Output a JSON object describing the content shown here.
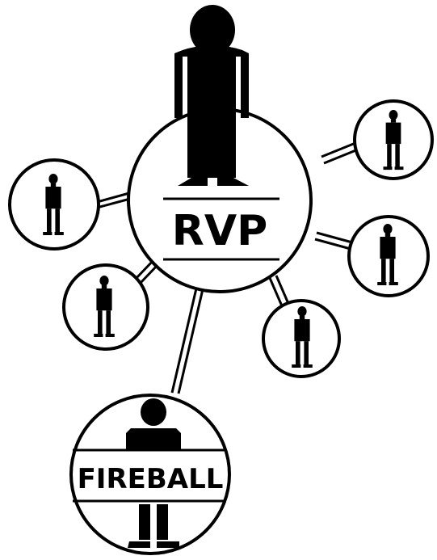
{
  "diagram": {
    "center_label": "RVP",
    "bottom_label": "FIREBALL",
    "stroke_color": "#000000",
    "fill_color": "#000000",
    "background_color": "#ffffff",
    "node_count": 7
  }
}
